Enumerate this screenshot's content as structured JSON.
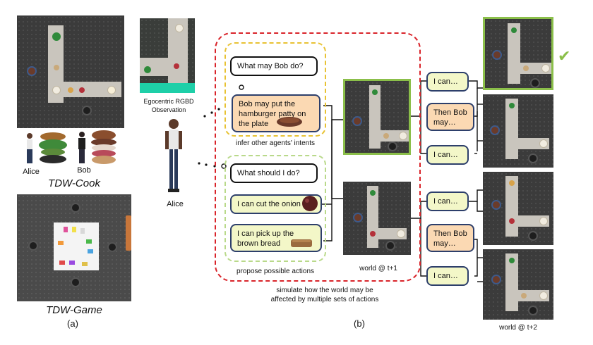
{
  "panel_a": {
    "agent_labels": [
      "Alice",
      "Bob"
    ],
    "cook_title": "TDW-Cook",
    "game_title": "TDW-Game",
    "label": "(a)"
  },
  "panel_b": {
    "egocentric_caption": "Egocentric RGBD Observation",
    "agent_name": "Alice",
    "q_bob": "What may Bob do?",
    "bob_intent": "Bob may put the hamburger patty on the plate",
    "infer_caption": "infer other agents' intents",
    "q_self": "What should I do?",
    "action_1": "I can cut the onion",
    "action_2": "I can pick up the brown bread",
    "propose_caption": "propose possible actions",
    "world_t1": "world @ t+1",
    "simulate_caption": "simulate how the world may be affected by multiple sets of actions",
    "label": "(b)"
  },
  "tree": {
    "i_can": "I can…",
    "then_bob": "Then Bob may…",
    "world_t2": "world @ t+2",
    "check": "✔"
  },
  "colors": {
    "red_dash": "#d9242a",
    "yellow_dash": "#e8c233",
    "green_dash": "#b9d98a",
    "highlight_green": "#8bbf4a",
    "peach": "#fbd9b3",
    "lime": "#f3f7c8",
    "navy": "#2d3f6b"
  }
}
